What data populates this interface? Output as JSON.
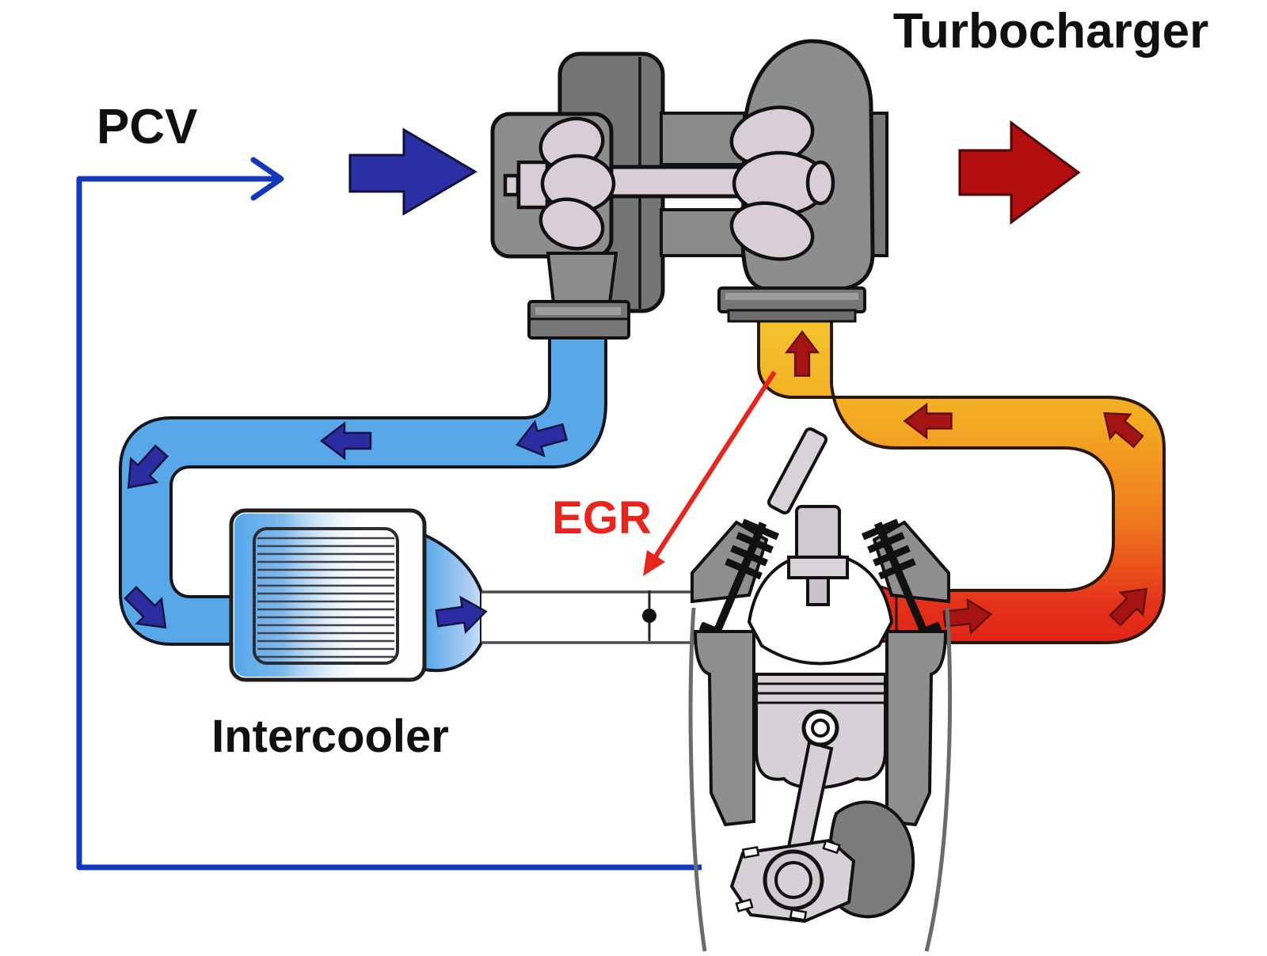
{
  "diagram": {
    "type": "automotive-flow-schematic",
    "title": "Turbocharger",
    "labels": {
      "turbocharger": "Turbocharger",
      "pcv": "PCV",
      "egr": "EGR",
      "intercooler": "Intercooler"
    },
    "colors": {
      "background": "#ffffff",
      "intake_pipe_blue": "#57a7e9",
      "flow_arrow_navy": "#2b2ba2",
      "big_intake_arrow_blue": "#2b2fa4",
      "big_exhaust_arrow_red": "#b30f0f",
      "small_exhaust_arrow": "#a51313",
      "exhaust_yellow": "#f4c62e",
      "exhaust_orange": "#f3a31f",
      "exhaust_hot_red": "#e02418",
      "pcv_line_blue": "#1239bd",
      "egr_red": "#e8241c",
      "label_black": "#101010",
      "metal_gray": "#8d8d8d",
      "metal_dark_gray": "#757575",
      "alloy_pink": "#d9ced8",
      "engine_light_gray": "#d7d1d7"
    },
    "flow_markers": {
      "intake_arrow_count": 5,
      "exhaust_arrow_count": 5,
      "egr_junction": "dot-on-intake-runner"
    }
  }
}
